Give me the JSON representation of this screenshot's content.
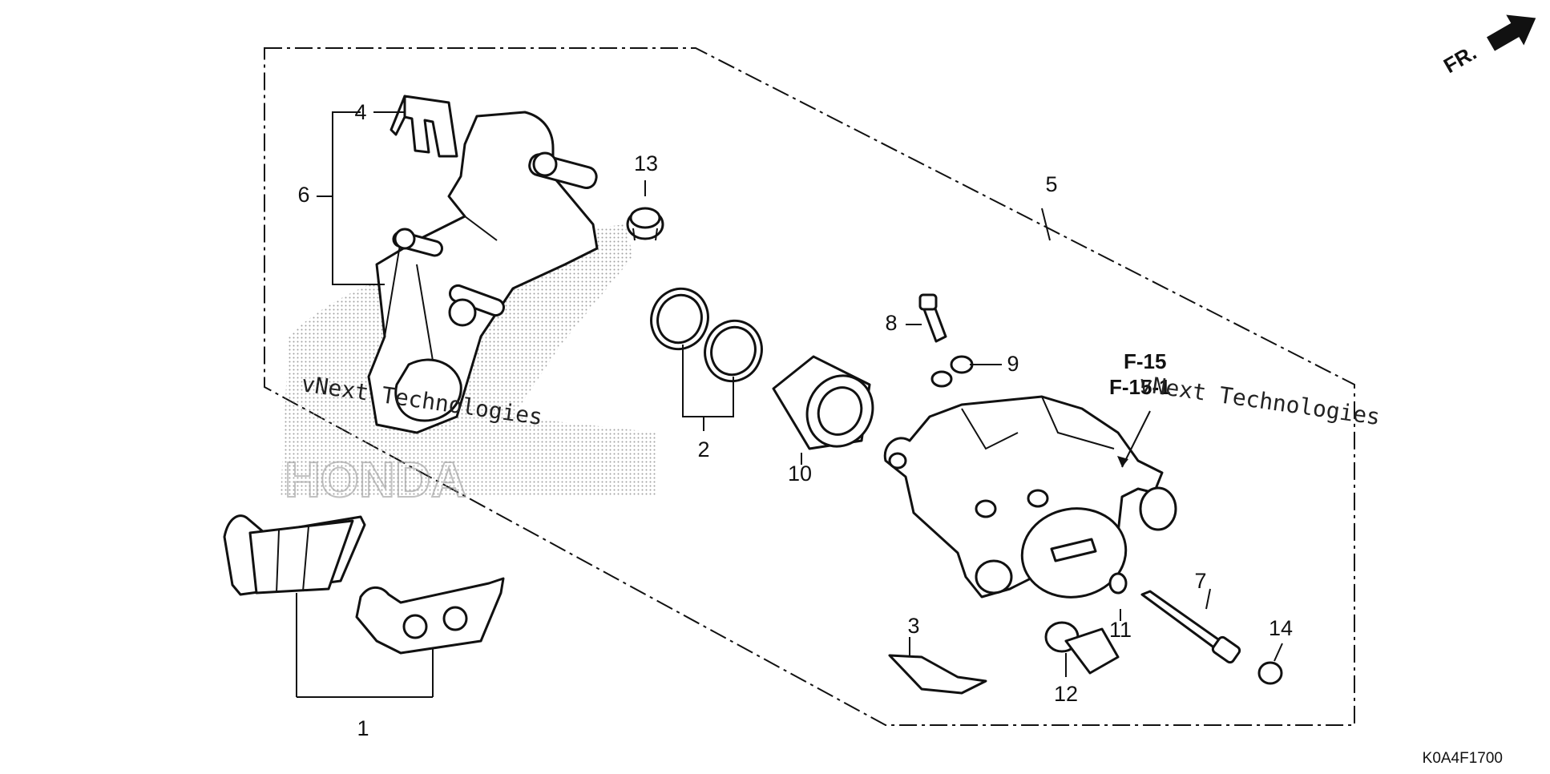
{
  "diagram": {
    "code": "K0A4F1700",
    "direction_label": "FR.",
    "reference_labels": [
      "F-15",
      "F-15-1"
    ],
    "callouts": [
      "1",
      "2",
      "3",
      "4",
      "5",
      "6",
      "7",
      "8",
      "9",
      "10",
      "11",
      "12",
      "13",
      "14"
    ],
    "watermarks": [
      "vNext Technologies",
      "vNext Technologies"
    ],
    "brand_watermark": "HONDA"
  }
}
